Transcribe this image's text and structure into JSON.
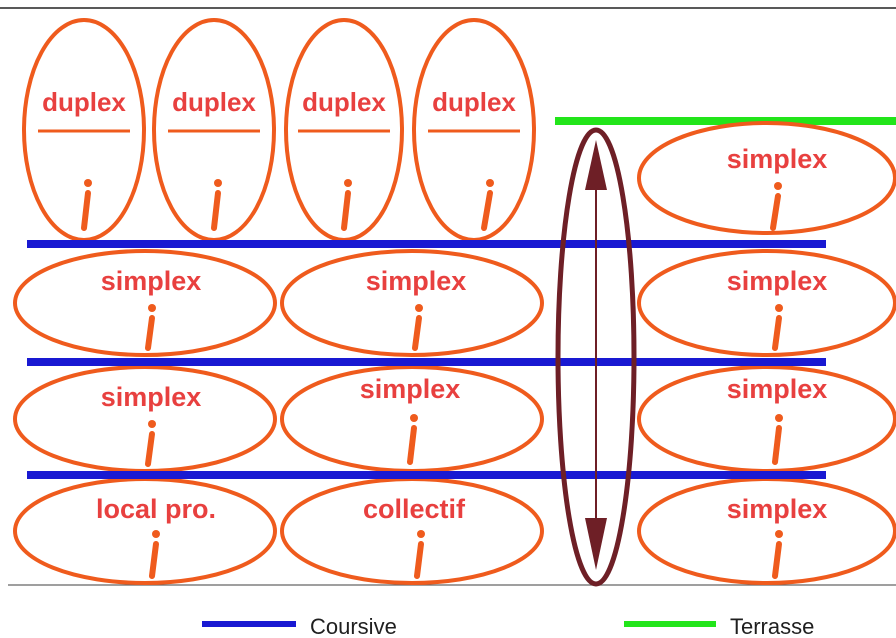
{
  "colors": {
    "unit_outline": "#ef5b1d",
    "unit_text": "#e8403f",
    "coursive": "#1919d2",
    "terrasse": "#22e51a",
    "circulation": "#6e1f26"
  },
  "units": {
    "top": [
      "duplex",
      "duplex",
      "duplex",
      "duplex"
    ],
    "rows": [
      [
        "simplex",
        "simplex",
        "simplex"
      ],
      [
        "simplex",
        "simplex",
        "simplex"
      ],
      [
        "local pro.",
        "collectif",
        "simplex"
      ]
    ],
    "right_top": "simplex"
  },
  "icon": "person-icon",
  "legend": {
    "coursive": "Coursive",
    "terrasse": "Terrasse"
  }
}
